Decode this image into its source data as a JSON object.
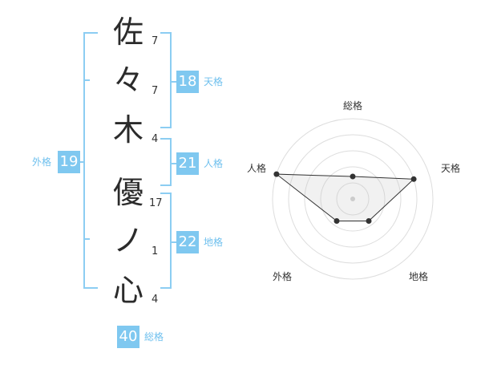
{
  "name": {
    "chars": [
      {
        "char": "佐",
        "strokes": "7"
      },
      {
        "char": "々",
        "strokes": "7"
      },
      {
        "char": "木",
        "strokes": "4"
      },
      {
        "char": "優",
        "strokes": "17"
      },
      {
        "char": "ノ",
        "strokes": "1"
      },
      {
        "char": "心",
        "strokes": "4"
      }
    ]
  },
  "kakusu": {
    "tenkaku": {
      "value": "18",
      "label": "天格"
    },
    "jinkaku": {
      "value": "21",
      "label": "人格"
    },
    "chikaku": {
      "value": "22",
      "label": "地格"
    },
    "gaikaku": {
      "value": "19",
      "label": "外格"
    },
    "soukaku": {
      "value": "40",
      "label": "総格"
    }
  },
  "radar": {
    "axes": [
      "総格",
      "天格",
      "地格",
      "外格",
      "人格"
    ],
    "values": [
      1.4,
      4.0,
      1.7,
      1.7,
      5.0
    ],
    "max": 5
  },
  "colors": {
    "accent": "#7fc8f0",
    "bracket": "#8ccdf2",
    "label": "#6fc0ee"
  }
}
